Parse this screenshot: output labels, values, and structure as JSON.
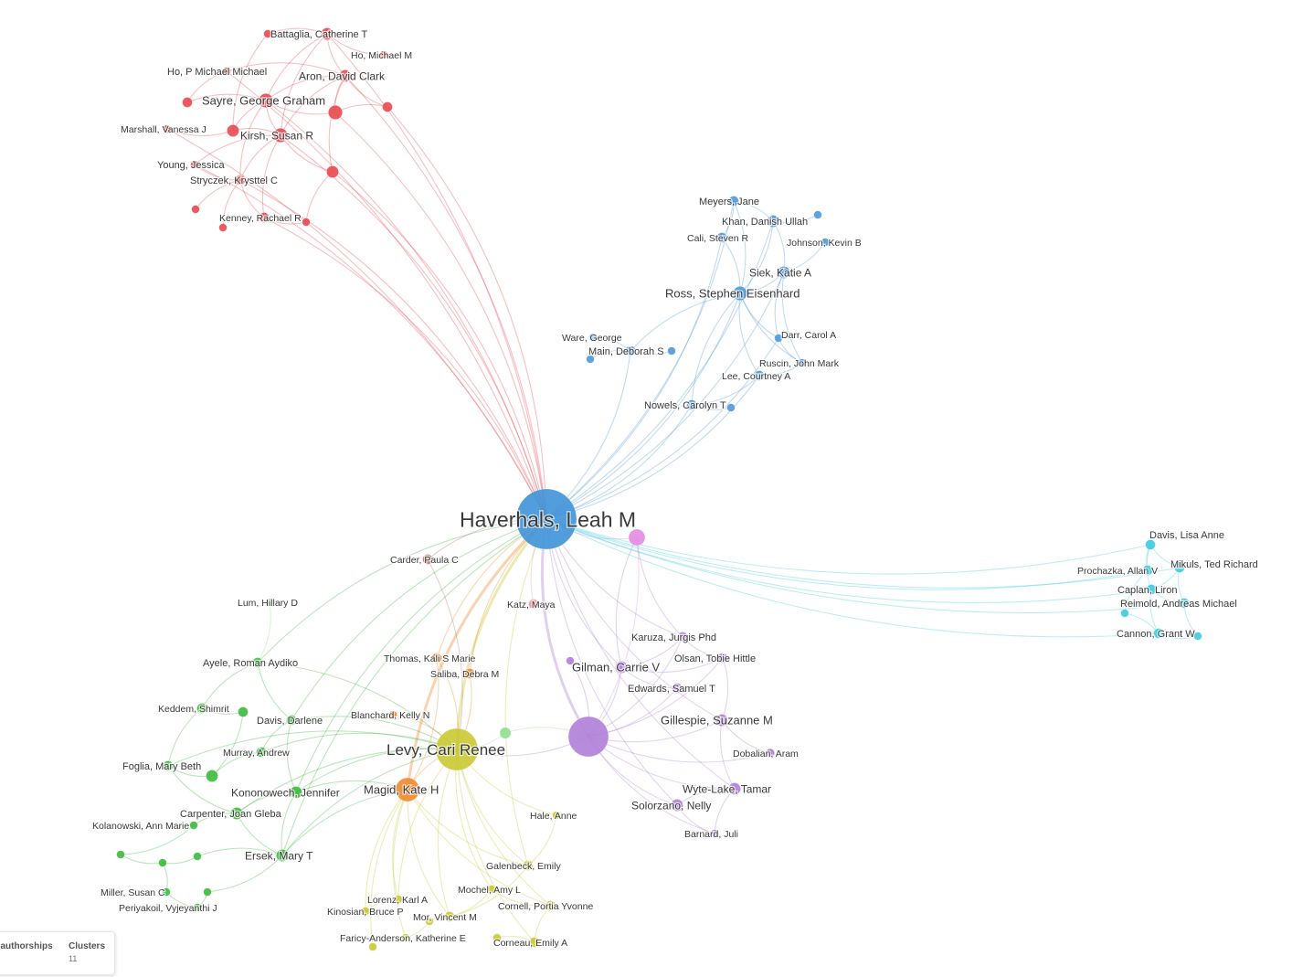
{
  "colors": {
    "red": "#e8484f",
    "blue": "#4f99d8",
    "cyan": "#3ecbe0",
    "green": "#3cba3c",
    "yellow": "#c9c933",
    "orange": "#f08a2c",
    "purple": "#b080d8",
    "pink": "#e48be0",
    "brown": "#b07f70",
    "salmon": "#f09a9a",
    "lightgreen": "#8ee08e",
    "hub": "#3f93d8"
  },
  "legend": {
    "metric1_label": "o-authorships",
    "metric1_value": "",
    "metric2_label": "Clusters",
    "metric2_value": "11"
  },
  "nodes": [
    {
      "id": "haverhals",
      "label": "Haverhals, Leah M",
      "cluster": "hub",
      "weight": 10
    },
    {
      "id": "levy",
      "label": "Levy, Cari Renee",
      "cluster": "yellow",
      "weight": 7
    },
    {
      "id": "magid",
      "label": "Magid, Kate H",
      "cluster": "orange",
      "weight": 4
    },
    {
      "id": "purplehub",
      "label": "",
      "cluster": "purple",
      "weight": 6
    },
    {
      "id": "pinknode",
      "label": "",
      "cluster": "pink",
      "weight": 2.5
    },
    {
      "id": "battaglia",
      "label": "Battaglia, Catherine T",
      "cluster": "red",
      "weight": 2
    },
    {
      "id": "ho_mm",
      "label": "Ho, Michael M",
      "cluster": "red",
      "weight": 1
    },
    {
      "id": "ho_p",
      "label": "Ho, P Michael Michael",
      "cluster": "red",
      "weight": 1
    },
    {
      "id": "aron",
      "label": "Aron, David Clark",
      "cluster": "red",
      "weight": 2
    },
    {
      "id": "sayre",
      "label": "Sayre, George Graham",
      "cluster": "red",
      "weight": 2.5
    },
    {
      "id": "marshall",
      "label": "Marshall, Vanessa J",
      "cluster": "red",
      "weight": 1
    },
    {
      "id": "kirsh",
      "label": "Kirsh, Susan R",
      "cluster": "red",
      "weight": 2.5
    },
    {
      "id": "young",
      "label": "Young, Jessica",
      "cluster": "red",
      "weight": 1
    },
    {
      "id": "stryczek",
      "label": "Stryczek, Krysttel C",
      "cluster": "red",
      "weight": 1.5
    },
    {
      "id": "kenney",
      "label": "Kenney, Rachael R",
      "cluster": "red",
      "weight": 1.5
    },
    {
      "id": "red_a",
      "label": "",
      "cluster": "red",
      "weight": 1
    },
    {
      "id": "red_b",
      "label": "",
      "cluster": "red",
      "weight": 2.5
    },
    {
      "id": "red_c",
      "label": "",
      "cluster": "red",
      "weight": 1.5
    },
    {
      "id": "red_d",
      "label": "",
      "cluster": "red",
      "weight": 2
    },
    {
      "id": "red_e",
      "label": "",
      "cluster": "red",
      "weight": 1
    },
    {
      "id": "red_f",
      "label": "",
      "cluster": "red",
      "weight": 1
    },
    {
      "id": "red_g",
      "label": "",
      "cluster": "red",
      "weight": 1
    },
    {
      "id": "red_h",
      "label": "",
      "cluster": "red",
      "weight": 2
    },
    {
      "id": "red_i",
      "label": "",
      "cluster": "red",
      "weight": 1.5
    },
    {
      "id": "meyers",
      "label": "Meyers, Jane",
      "cluster": "blue",
      "weight": 1.5
    },
    {
      "id": "khan",
      "label": "Khan, Danish Ullah",
      "cluster": "blue",
      "weight": 2
    },
    {
      "id": "cali",
      "label": "Cali, Steven R",
      "cluster": "blue",
      "weight": 1.5
    },
    {
      "id": "johnson",
      "label": "Johnson, Kevin B",
      "cluster": "blue",
      "weight": 1
    },
    {
      "id": "siek",
      "label": "Siek, Katie A",
      "cluster": "blue",
      "weight": 2
    },
    {
      "id": "ross",
      "label": "Ross, Stephen Eisenhard",
      "cluster": "blue",
      "weight": 2.5
    },
    {
      "id": "ware",
      "label": "Ware, George",
      "cluster": "blue",
      "weight": 1
    },
    {
      "id": "main",
      "label": "Main, Deborah S",
      "cluster": "blue",
      "weight": 1.5
    },
    {
      "id": "darr",
      "label": "Darr, Carol A",
      "cluster": "blue",
      "weight": 1
    },
    {
      "id": "ruscin",
      "label": "Ruscin, John Mark",
      "cluster": "blue",
      "weight": 1
    },
    {
      "id": "lee",
      "label": "Lee, Courtney A",
      "cluster": "blue",
      "weight": 1.5
    },
    {
      "id": "nowels",
      "label": "Nowels, Carolyn T",
      "cluster": "blue",
      "weight": 1.5
    },
    {
      "id": "blue_a",
      "label": "",
      "cluster": "blue",
      "weight": 1
    },
    {
      "id": "blue_b",
      "label": "",
      "cluster": "blue",
      "weight": 1
    },
    {
      "id": "blue_c",
      "label": "",
      "cluster": "blue",
      "weight": 1
    },
    {
      "id": "blue_d",
      "label": "",
      "cluster": "blue",
      "weight": 1
    },
    {
      "id": "davis_la",
      "label": "Davis, Lisa Anne",
      "cluster": "cyan",
      "weight": 1.5
    },
    {
      "id": "prochazka",
      "label": "Prochazka, Allan V",
      "cluster": "cyan",
      "weight": 1.5
    },
    {
      "id": "mikuls",
      "label": "Mikuls, Ted Richard",
      "cluster": "cyan",
      "weight": 1.5
    },
    {
      "id": "caplan",
      "label": "Caplan, Liron",
      "cluster": "cyan",
      "weight": 1.5
    },
    {
      "id": "reimold",
      "label": "Reimold, Andreas Michael",
      "cluster": "cyan",
      "weight": 1.5
    },
    {
      "id": "cannon",
      "label": "Cannon, Grant W",
      "cluster": "cyan",
      "weight": 1.5
    },
    {
      "id": "cyan_a",
      "label": "",
      "cluster": "cyan",
      "weight": 1
    },
    {
      "id": "cyan_b",
      "label": "",
      "cluster": "cyan",
      "weight": 1
    },
    {
      "id": "carder",
      "label": "Carder, Paula C",
      "cluster": "brown",
      "weight": 1.5
    },
    {
      "id": "katz",
      "label": "Katz, Maya",
      "cluster": "salmon",
      "weight": 1.5
    },
    {
      "id": "lum",
      "label": "Lum, Hillary D",
      "cluster": "lightgreen",
      "weight": 1
    },
    {
      "id": "lgreen",
      "label": "",
      "cluster": "lightgreen",
      "weight": 1.8
    },
    {
      "id": "ayele",
      "label": "Ayele, Roman Aydiko",
      "cluster": "green",
      "weight": 1.5
    },
    {
      "id": "keddem",
      "label": "Keddem, Shimrit",
      "cluster": "green",
      "weight": 1.5
    },
    {
      "id": "davis_d",
      "label": "Davis, Darlene",
      "cluster": "green",
      "weight": 1.5
    },
    {
      "id": "murray",
      "label": "Murray, Andrew",
      "cluster": "green",
      "weight": 1.5
    },
    {
      "id": "foglia",
      "label": "Foglia, Mary Beth",
      "cluster": "green",
      "weight": 1.5
    },
    {
      "id": "kononowech",
      "label": "Kononowech, Jennifer",
      "cluster": "green",
      "weight": 2
    },
    {
      "id": "carpenter",
      "label": "Carpenter, Joan Gleba",
      "cluster": "green",
      "weight": 2
    },
    {
      "id": "kolanowski",
      "label": "Kolanowski, Ann Marie",
      "cluster": "green",
      "weight": 1
    },
    {
      "id": "ersek",
      "label": "Ersek, Mary T",
      "cluster": "green",
      "weight": 2
    },
    {
      "id": "miller",
      "label": "Miller, Susan C",
      "cluster": "green",
      "weight": 1
    },
    {
      "id": "periyakoil",
      "label": "Periyakoil, Vyjeyanthi J",
      "cluster": "green",
      "weight": 1
    },
    {
      "id": "green_a",
      "label": "",
      "cluster": "green",
      "weight": 1.5
    },
    {
      "id": "green_b",
      "label": "",
      "cluster": "green",
      "weight": 2
    },
    {
      "id": "green_c",
      "label": "",
      "cluster": "green",
      "weight": 1
    },
    {
      "id": "green_d",
      "label": "",
      "cluster": "green",
      "weight": 1
    },
    {
      "id": "green_e",
      "label": "",
      "cluster": "green",
      "weight": 1
    },
    {
      "id": "green_f",
      "label": "",
      "cluster": "green",
      "weight": 1
    },
    {
      "id": "thomas",
      "label": "Thomas, Kali S Marie",
      "cluster": "orange",
      "weight": 1.5
    },
    {
      "id": "saliba",
      "label": "Saliba, Debra M",
      "cluster": "orange",
      "weight": 1.5
    },
    {
      "id": "blanchard",
      "label": "Blanchard, Kelly N",
      "cluster": "orange",
      "weight": 1
    },
    {
      "id": "hale",
      "label": "Hale, Anne",
      "cluster": "yellow",
      "weight": 1
    },
    {
      "id": "galenbeck",
      "label": "Galenbeck, Emily",
      "cluster": "yellow",
      "weight": 1.5
    },
    {
      "id": "mochel",
      "label": "Mochel, Amy L",
      "cluster": "yellow",
      "weight": 1
    },
    {
      "id": "lorenz",
      "label": "Lorenz, Karl A",
      "cluster": "yellow",
      "weight": 1
    },
    {
      "id": "cornell",
      "label": "Cornell, Portia Yvonne",
      "cluster": "yellow",
      "weight": 1.5
    },
    {
      "id": "kinosian",
      "label": "Kinosian, Bruce P",
      "cluster": "yellow",
      "weight": 1
    },
    {
      "id": "mor",
      "label": "Mor, Vincent M",
      "cluster": "yellow",
      "weight": 1.5
    },
    {
      "id": "faricy",
      "label": "Faricy-Anderson, Katherine E",
      "cluster": "yellow",
      "weight": 1
    },
    {
      "id": "corneau",
      "label": "Corneau, Emily A",
      "cluster": "yellow",
      "weight": 1.5
    },
    {
      "id": "yellow_a",
      "label": "",
      "cluster": "yellow",
      "weight": 1
    },
    {
      "id": "yellow_b",
      "label": "",
      "cluster": "yellow",
      "weight": 1
    },
    {
      "id": "yellow_c",
      "label": "",
      "cluster": "yellow",
      "weight": 1
    },
    {
      "id": "karuza",
      "label": "Karuza, Jurgis Phd",
      "cluster": "purple",
      "weight": 1.5
    },
    {
      "id": "olsan",
      "label": "Olsan, Tobie Hittle",
      "cluster": "purple",
      "weight": 1.5
    },
    {
      "id": "gilman",
      "label": "Gilman, Carrie V",
      "cluster": "purple",
      "weight": 2
    },
    {
      "id": "edwards",
      "label": "Edwards, Samuel T",
      "cluster": "purple",
      "weight": 1.5
    },
    {
      "id": "gillespie",
      "label": "Gillespie, Suzanne M",
      "cluster": "purple",
      "weight": 2
    },
    {
      "id": "dobalian",
      "label": "Dobalian, Aram",
      "cluster": "purple",
      "weight": 1.2
    },
    {
      "id": "wyte",
      "label": "Wyte-Lake, Tamar",
      "cluster": "purple",
      "weight": 2
    },
    {
      "id": "solorzano",
      "label": "Solorzano, Nelly",
      "cluster": "purple",
      "weight": 2
    },
    {
      "id": "barnard",
      "label": "Barnard, Juli",
      "cluster": "purple",
      "weight": 1
    },
    {
      "id": "purple_a",
      "label": "",
      "cluster": "purple",
      "weight": 1
    }
  ]
}
